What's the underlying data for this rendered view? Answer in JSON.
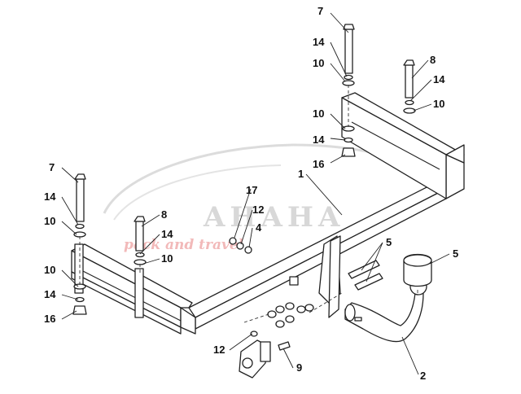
{
  "watermark": {
    "brand": "AHAHA",
    "tagline": "pack and travel"
  },
  "callouts": [
    {
      "id": "c1",
      "number": "7"
    },
    {
      "id": "c2",
      "number": "14"
    },
    {
      "id": "c3",
      "number": "10"
    },
    {
      "id": "c4",
      "number": "8"
    },
    {
      "id": "c5",
      "number": "14"
    },
    {
      "id": "c6",
      "number": "10"
    },
    {
      "id": "c7",
      "number": "10"
    },
    {
      "id": "c8",
      "number": "14"
    },
    {
      "id": "c9",
      "number": "16"
    },
    {
      "id": "c10",
      "number": "1"
    },
    {
      "id": "c11",
      "number": "7"
    },
    {
      "id": "c12",
      "number": "14"
    },
    {
      "id": "c13",
      "number": "10"
    },
    {
      "id": "c14",
      "number": "17"
    },
    {
      "id": "c15",
      "number": "12"
    },
    {
      "id": "c16",
      "number": "4"
    },
    {
      "id": "c17",
      "number": "8"
    },
    {
      "id": "c18",
      "number": "14"
    },
    {
      "id": "c19",
      "number": "10"
    },
    {
      "id": "c20",
      "number": "10"
    },
    {
      "id": "c21",
      "number": "14"
    },
    {
      "id": "c22",
      "number": "16"
    },
    {
      "id": "c23",
      "number": "5"
    },
    {
      "id": "c24",
      "number": "5"
    },
    {
      "id": "c25",
      "number": "12"
    },
    {
      "id": "c26",
      "number": "9"
    },
    {
      "id": "c27",
      "number": "2"
    }
  ]
}
